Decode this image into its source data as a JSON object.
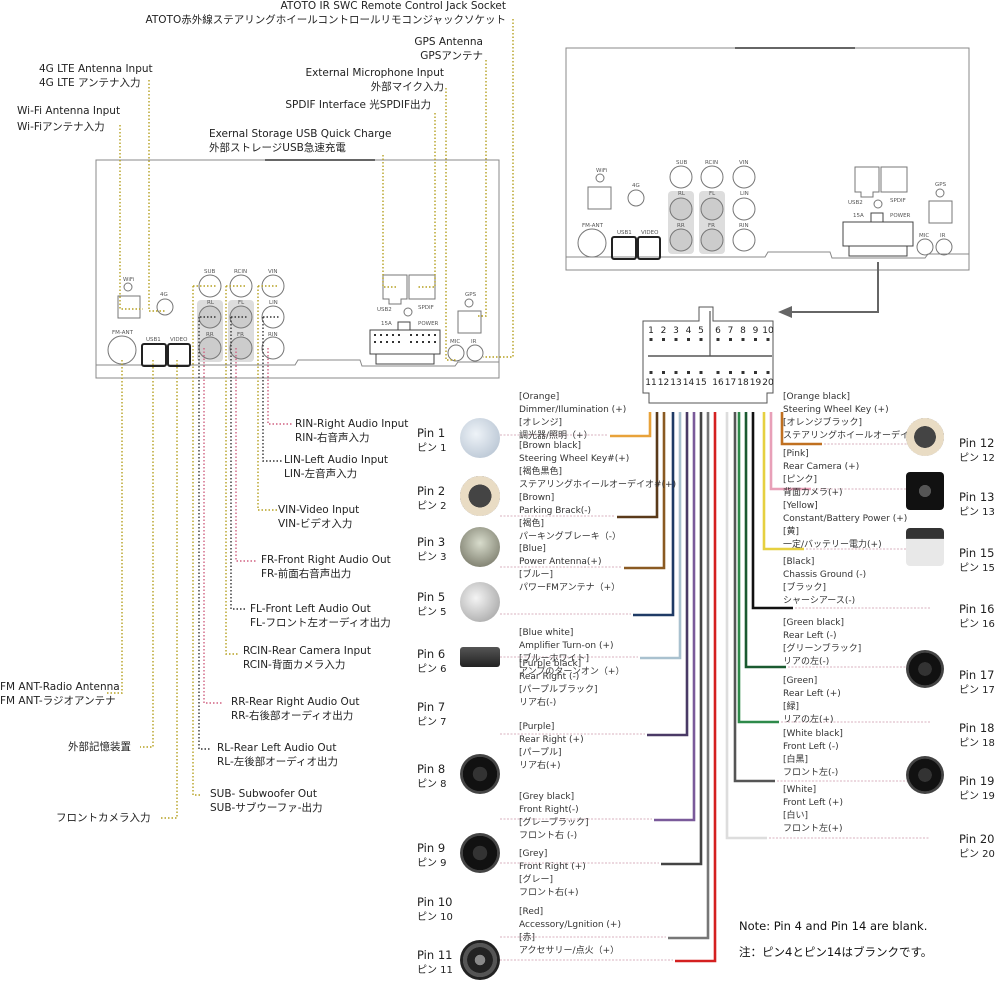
{
  "top_labels": {
    "ir_swc": {
      "en": "ATOTO IR SWC Remote Control Jack Socket",
      "jp": "ATOTO赤外線ステアリングホイールコントロールリモコンジャックソケット"
    },
    "gps": {
      "en": "GPS Antenna",
      "jp": "GPSアンテナ"
    },
    "lte": {
      "en": "4G LTE Antenna Input",
      "jp": "4G LTE アンテナ入力"
    },
    "mic": {
      "en": "External Microphone Input",
      "jp": "外部マイク入力"
    },
    "wifi": {
      "en": "Wi-Fi Antenna Input",
      "jp": "Wi-Fiアンテナ入力"
    },
    "spdif": {
      "en": "SPDIF Interface  光SPDIF出力"
    },
    "usb_storage": {
      "en": "Exernal Storage USB Quick Charge",
      "jp": "外部ストレージUSB急速充電"
    }
  },
  "unit_port_labels": {
    "wifi": "WiFi",
    "g4": "4G",
    "fm_ant": "FM-ANT",
    "usb1": "USB1",
    "video": "VIDEO",
    "sub": "SUB",
    "rcin": "RCIN",
    "vin": "VIN",
    "rl": "RL",
    "fl": "FL",
    "lin": "LIN",
    "rr": "RR",
    "fr": "FR",
    "rin": "RIN",
    "usb2": "USB2",
    "spdif": "SPDIF",
    "a15": "15A",
    "power": "POWER",
    "gps": "GPS",
    "mic": "MIC",
    "ir": "IR"
  },
  "left_labels": {
    "rin": {
      "en": "RIN-Right Audio Input",
      "jp": "RIN-右音声入力"
    },
    "lin": {
      "en": "LIN-Left Audio Input",
      "jp": "LIN-左音声入力"
    },
    "vin": {
      "en": "VIN-Video Input",
      "jp": "VIN-ビデオ入力"
    },
    "fr": {
      "en": "FR-Front Right Audio Out",
      "jp": "FR-前面右音声出力"
    },
    "fl": {
      "en": "FL-Front Left Audio Out",
      "jp": "FL-フロント左オーディオ出力"
    },
    "rcin": {
      "en": "RCIN-Rear Camera Input",
      "jp": "RCIN-背面カメラ入力"
    },
    "fm": {
      "en": "FM ANT-Radio Antenna",
      "jp": "FM ANT-ラジオアンテナ"
    },
    "rr": {
      "en": "RR-Rear Right Audio Out",
      "jp": "RR-右後部オーディオ出力"
    },
    "storage": {
      "jp": "外部記憶装置"
    },
    "rl": {
      "en": "RL-Rear Left Audio Out",
      "jp": "RL-左後部オーディオ出力"
    },
    "front_cam": {
      "jp": "フロントカメラ入力"
    },
    "sub": {
      "en": "SUB- Subwoofer Out",
      "jp": "SUB-サブウーファ-出力"
    }
  },
  "connector": {
    "top_pins": [
      "1",
      "2",
      "3",
      "4",
      "5",
      "6",
      "7",
      "8",
      "9",
      "10"
    ],
    "bottom_pins": [
      "11",
      "12",
      "13",
      "14",
      "15",
      "16",
      "17",
      "18",
      "19",
      "20"
    ]
  },
  "pins_left": [
    {
      "pin": "Pin 1",
      "pin_jp": "ピン 1",
      "color_en": "[Orange]",
      "func_en": "Dimmer/Ilumination (+)",
      "color_jp": "[オレンジ]",
      "func_jp": "調光器/照明（+）",
      "wire": "#e8a23a",
      "icon": "headlight-icon"
    },
    {
      "pin": "Pin 2",
      "pin_jp": "ピン 2",
      "color_en": "[Brown black]",
      "func_en": "Steering Wheel Key#(+)",
      "color_jp": "[褐色黒色]",
      "func_jp": "ステアリングホイールオーデイオ#(+)",
      "wire": "#5a3a1a",
      "icon": "steering-wheel-icon"
    },
    {
      "pin": "Pin 3",
      "pin_jp": "ピン 3",
      "color_en": "[Brown]",
      "func_en": "Parking Brack(-)",
      "color_jp": "[褐色]",
      "func_jp": "パーキングブレーキ（-）",
      "wire": "#8a5a22",
      "icon": "parking-brake-icon"
    },
    {
      "pin": "Pin 5",
      "pin_jp": "ピン 5",
      "color_en": "[Blue]",
      "func_en": "Power Antenna(+)",
      "color_jp": "[ブルー]",
      "func_jp": "パワーFMアンテナ（+）",
      "wire": "#1f3b66",
      "icon": "antenna-icon"
    },
    {
      "pin": "Pin 6",
      "pin_jp": "ピン 6",
      "color_en": "[Blue white]",
      "func_en": "Amplifier Turn-on (+)",
      "color_jp": "[ブルーホワイト]",
      "func_jp": "アンプのターンオン（+）",
      "wire": "#a9c1cf",
      "icon": "amplifier-icon"
    },
    {
      "pin": "Pin 7",
      "pin_jp": "ピン 7",
      "color_en": "[Purple black]",
      "func_en": "Rear Right (-)",
      "color_jp": "[パープルブラック]",
      "func_jp": "リア右(-)",
      "wire": "#4a3a66",
      "icon": ""
    },
    {
      "pin": "Pin 8",
      "pin_jp": "ピン 8",
      "color_en": "[Purple]",
      "func_en": "Rear Right (+)",
      "color_jp": "[パープル]",
      "func_jp": "リア右(+)",
      "wire": "#7a5a9a",
      "icon": "speaker-icon"
    },
    {
      "pin": "Pin 9",
      "pin_jp": "ピン 9",
      "color_en": "[Grey black]",
      "func_en": "Front Right(-)",
      "color_jp": "[グレーブラック]",
      "func_jp": "フロント右 (-)",
      "wire": "#444444",
      "icon": "speaker-icon"
    },
    {
      "pin": "Pin 10",
      "pin_jp": "ピン 10",
      "color_en": "[Grey]",
      "func_en": "Front Right (+)",
      "color_jp": "[グレー]",
      "func_jp": "フロント右(+)",
      "wire": "#777777",
      "icon": ""
    },
    {
      "pin": "Pin 11",
      "pin_jp": "ピン 11",
      "color_en": "[Red]",
      "func_en": "Accessory/Lgnition (+)",
      "color_jp": "[赤]",
      "func_jp": "アクセサリー/点火（+）",
      "wire": "#d42020",
      "icon": "ignition-icon"
    }
  ],
  "pins_right": [
    {
      "pin": "Pin 12",
      "pin_jp": "ピン 12",
      "color_en": "[Orange black]",
      "func_en": "Steering Wheel Key (+)",
      "color_jp": "[オレンジブラック]",
      "func_jp": "ステアリングホイールオーデイオ(+)",
      "wire": "#c07020",
      "icon": "steering-wheel-icon"
    },
    {
      "pin": "Pin 13",
      "pin_jp": "ピン 13",
      "color_en": "[Pink]",
      "func_en": "Rear Camera (+)",
      "color_jp": "[ピンク]",
      "func_jp": "背面カメラ(+)",
      "wire": "#e8a0b8",
      "icon": "camera-icon"
    },
    {
      "pin": "Pin 15",
      "pin_jp": "ピン 15",
      "color_en": "[Yellow]",
      "func_en": "Constant/Battery Power (+)",
      "color_jp": "[黄]",
      "func_jp": "一定/バッテリー電力(+)",
      "wire": "#e6d040",
      "icon": "battery-icon"
    },
    {
      "pin": "Pin 16",
      "pin_jp": "ピン 16",
      "color_en": "[Black]",
      "func_en": "Chassis Ground (-)",
      "color_jp": "[ブラック]",
      "func_jp": "シャーシアース(-)",
      "wire": "#111111",
      "icon": ""
    },
    {
      "pin": "Pin 17",
      "pin_jp": "ピン 17",
      "color_en": "[Green black]",
      "func_en": "Rear Left (-)",
      "color_jp": "[グリーンブラック]",
      "func_jp": "リアの左(-)",
      "wire": "#1a5a30",
      "icon": "speaker-icon"
    },
    {
      "pin": "Pin 18",
      "pin_jp": "ピン 18",
      "color_en": "[Green]",
      "func_en": "Rear Left (+)",
      "color_jp": "[緑]",
      "func_jp": "リアの左(+)",
      "wire": "#2e8a4a",
      "icon": ""
    },
    {
      "pin": "Pin 19",
      "pin_jp": "ピン 19",
      "color_en": "[White black]",
      "func_en": "Front Left (-)",
      "color_jp": "[白黑]",
      "func_jp": "フロント左(-)",
      "wire": "#555555",
      "icon": "speaker-icon"
    },
    {
      "pin": "Pin 20",
      "pin_jp": "ピン 20",
      "color_en": "[White]",
      "func_en": "Front Left (+)",
      "color_jp": "[白い]",
      "func_jp": "フロント左(+)",
      "wire": "#dddddd",
      "icon": ""
    }
  ],
  "note": {
    "en": "Note: Pin 4 and Pin 14 are blank.",
    "jp": "注：ピン4とピン14はブランクです。"
  }
}
